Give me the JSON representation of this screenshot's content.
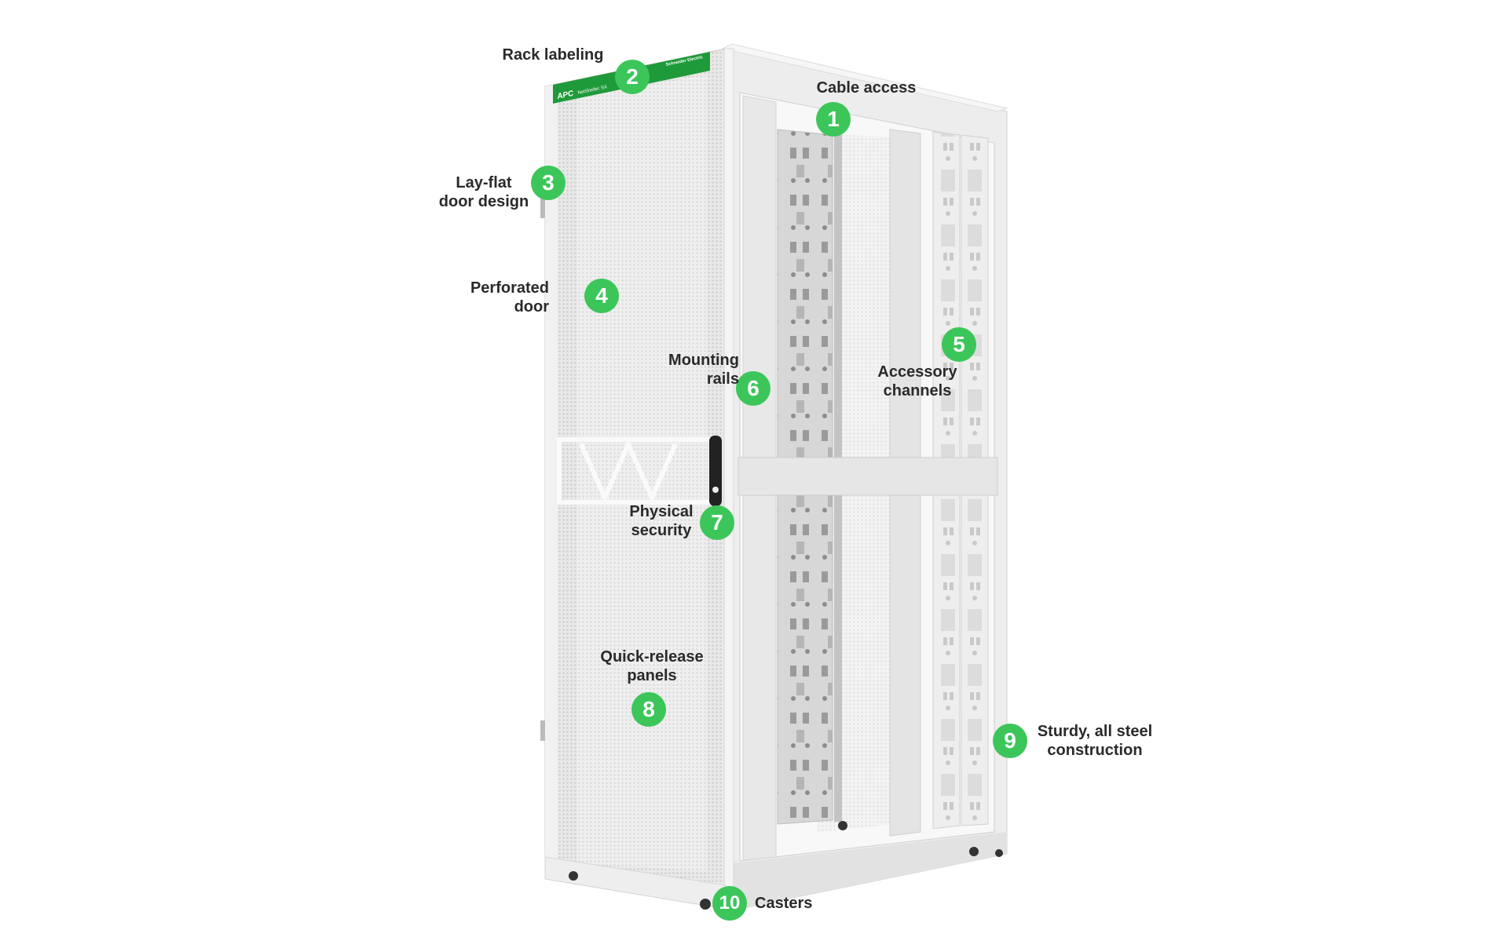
{
  "colors": {
    "badge": "#3cc65a",
    "brand_band": "#1f9a3a",
    "frame": "#ececec"
  },
  "product_label": {
    "brand": "APC",
    "model": "NetShelter SX",
    "maker": "Schneider Electric"
  },
  "callouts": [
    {
      "number": "1",
      "lines": [
        "Cable access"
      ]
    },
    {
      "number": "2",
      "lines": [
        "Rack labeling"
      ]
    },
    {
      "number": "3",
      "lines": [
        "Lay-flat",
        "door design"
      ]
    },
    {
      "number": "4",
      "lines": [
        "Perforated",
        "door"
      ]
    },
    {
      "number": "5",
      "lines": [
        "Accessory",
        "channels"
      ]
    },
    {
      "number": "6",
      "lines": [
        "Mounting",
        "rails"
      ]
    },
    {
      "number": "7",
      "lines": [
        "Physical",
        "security"
      ]
    },
    {
      "number": "8",
      "lines": [
        "Quick-release",
        "panels"
      ]
    },
    {
      "number": "9",
      "lines": [
        "Sturdy, all steel",
        "construction"
      ]
    },
    {
      "number": "10",
      "lines": [
        "Casters"
      ]
    }
  ]
}
